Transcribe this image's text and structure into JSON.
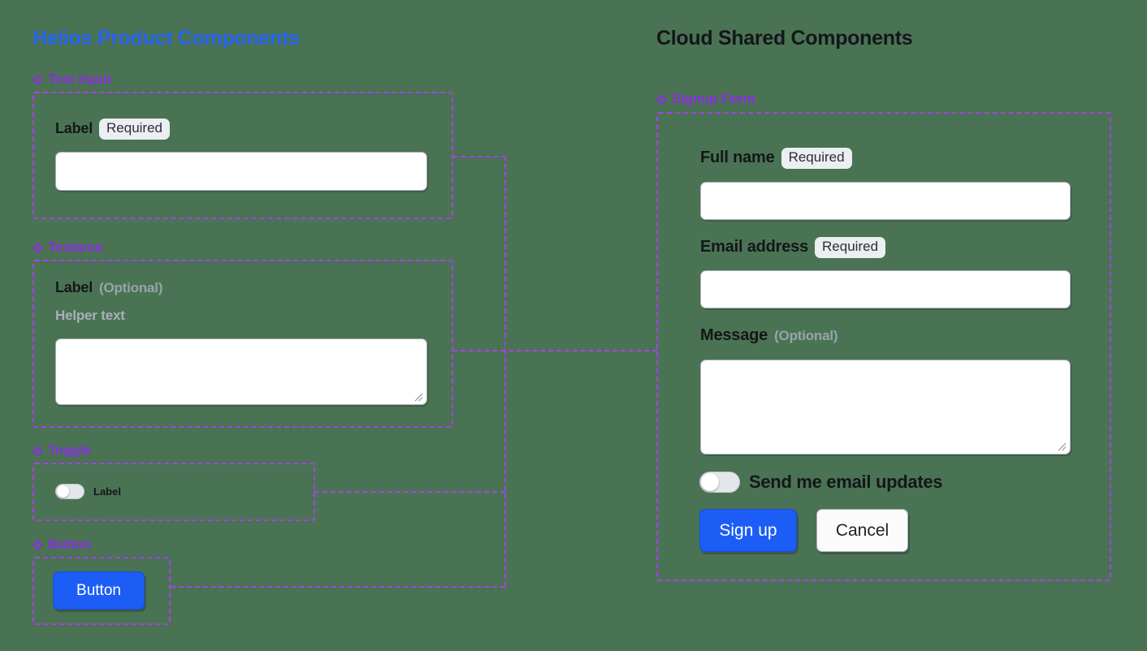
{
  "panels": {
    "left": {
      "title": "Helios Product Components",
      "title_color": "#2563f0"
    },
    "right": {
      "title": "Cloud Shared Components",
      "title_color": "#14161a"
    }
  },
  "accent": {
    "frame_purple": "#a641e8",
    "label_purple": "#8b2ee0",
    "primary_blue": "#1c5df5",
    "canvas_green": "#4a7353"
  },
  "left_components": {
    "text_input": {
      "section_label": "Text Input",
      "icon": "diamond-icon",
      "label": "Label",
      "badge": "Required",
      "input_value": "",
      "input_placeholder": ""
    },
    "textarea": {
      "section_label": "Textarea",
      "icon": "diamond-icon",
      "label": "Label",
      "optional": "(Optional)",
      "helper": "Helper text",
      "value": "",
      "placeholder": ""
    },
    "toggle": {
      "section_label": "Toggle",
      "icon": "diamond-icon",
      "label": "Label",
      "state": "off"
    },
    "button": {
      "section_label": "Button",
      "icon": "diamond-icon",
      "label": "Button"
    }
  },
  "right_components": {
    "signup_form": {
      "section_label": "Signup Form",
      "icon": "diamond-icon",
      "fields": {
        "full_name": {
          "label": "Full name",
          "badge": "Required",
          "value": "",
          "placeholder": ""
        },
        "email": {
          "label": "Email address",
          "badge": "Required",
          "value": "",
          "placeholder": ""
        },
        "message": {
          "label": "Message",
          "optional": "(Optional)",
          "value": "",
          "placeholder": ""
        }
      },
      "toggle": {
        "label": "Send me email updates",
        "state": "off"
      },
      "actions": {
        "primary": "Sign up",
        "secondary": "Cancel"
      }
    }
  }
}
